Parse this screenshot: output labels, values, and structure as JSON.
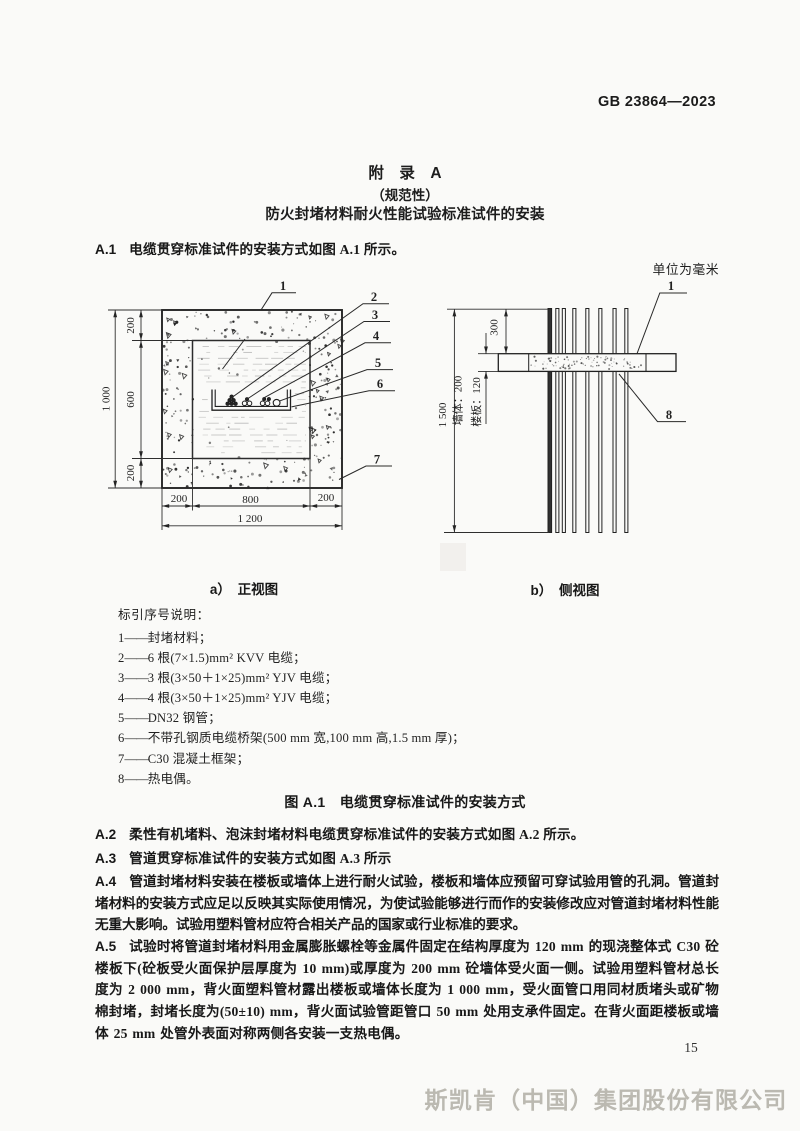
{
  "header": {
    "doc_code": "GB 23864—2023"
  },
  "title": {
    "line1": "附　录　A",
    "line2": "（规范性）",
    "line3": "防火封堵材料耐火性能试验标准试件的安装"
  },
  "clauses": {
    "a1": {
      "num": "A.1",
      "text": "电缆贯穿标准试件的安装方式如图 A.1 所示。"
    },
    "a2": {
      "num": "A.2",
      "text": "柔性有机堵料、泡沫封堵材料电缆贯穿标准试件的安装方式如图 A.2 所示。"
    },
    "a3": {
      "num": "A.3",
      "text": "管道贯穿标准试件的安装方式如图 A.3 所示"
    },
    "a4": {
      "num": "A.4",
      "text": "管道封堵材料安装在楼板或墙体上进行耐火试验，楼板和墙体应预留可穿试验用管的孔洞。管道封堵材料的安装方式应足以反映其实际使用情况，为使试验能够进行而作的安装修改应对管道封堵材料性能无重大影响。试验用塑料管材应符合相关产品的国家或行业标准的要求。"
    },
    "a5": {
      "num": "A.5",
      "text": "试验时将管道封堵材料用金属膨胀螺栓等金属件固定在结构厚度为 120 mm 的现浇整体式 C30 砼楼板下(砼板受火面保护层厚度为 10 mm)或厚度为 200 mm 砼墙体受火面一侧。试验用塑料管材总长度为 2 000 mm，背火面塑料管材露出楼板或墙体长度为 1 000 mm，受火面管口用同材质堵头或矿物棉封堵，封堵长度为(50±10) mm，背火面试验管距管口 50 mm 处用支承件固定。在背火面距楼板或墙体 25 mm 处管外表面对称两侧各安装一支热电偶。"
    }
  },
  "figure": {
    "units_note": "单位为毫米",
    "caption_a": "a）　正视图",
    "caption_b": "b）　侧视图",
    "caption": "图 A.1　电缆贯穿标准试件的安装方式",
    "front": {
      "dim_v1": "200",
      "dim_v2": "600",
      "dim_v3": "200",
      "dim_v_total": "1 000",
      "dim_h1": "200",
      "dim_h2": "800",
      "dim_h3": "200",
      "dim_h_total": "1 200",
      "label_1": "1",
      "label_2": "2",
      "label_3": "3",
      "label_4": "4",
      "label_5": "5",
      "label_6": "6",
      "label_7": "7"
    },
    "side": {
      "dim_total": "1 500",
      "dim_top": "300",
      "dim_wall": "墙体：200",
      "dim_floor": "楼板：120",
      "label_1": "1",
      "label_8": "8"
    }
  },
  "legend": {
    "title": "标引序号说明：",
    "dash": "——",
    "items": [
      {
        "num": "1",
        "desc": "封堵材料；"
      },
      {
        "num": "2",
        "desc": "6 根(7×1.5)mm² KVV 电缆；"
      },
      {
        "num": "3",
        "desc": "3 根(3×50＋1×25)mm² YJV 电缆；"
      },
      {
        "num": "4",
        "desc": "4 根(3×50＋1×25)mm² YJV 电缆；"
      },
      {
        "num": "5",
        "desc": "DN32 钢管；"
      },
      {
        "num": "6",
        "desc": "不带孔钢质电缆桥架(500 mm 宽,100 mm 高,1.5 mm 厚)；"
      },
      {
        "num": "7",
        "desc": "C30 混凝土框架；"
      },
      {
        "num": "8",
        "desc": "热电偶。"
      }
    ]
  },
  "footer": {
    "page_number": "15",
    "watermark": "斯凯肯（中国）集团股份有限公司"
  }
}
